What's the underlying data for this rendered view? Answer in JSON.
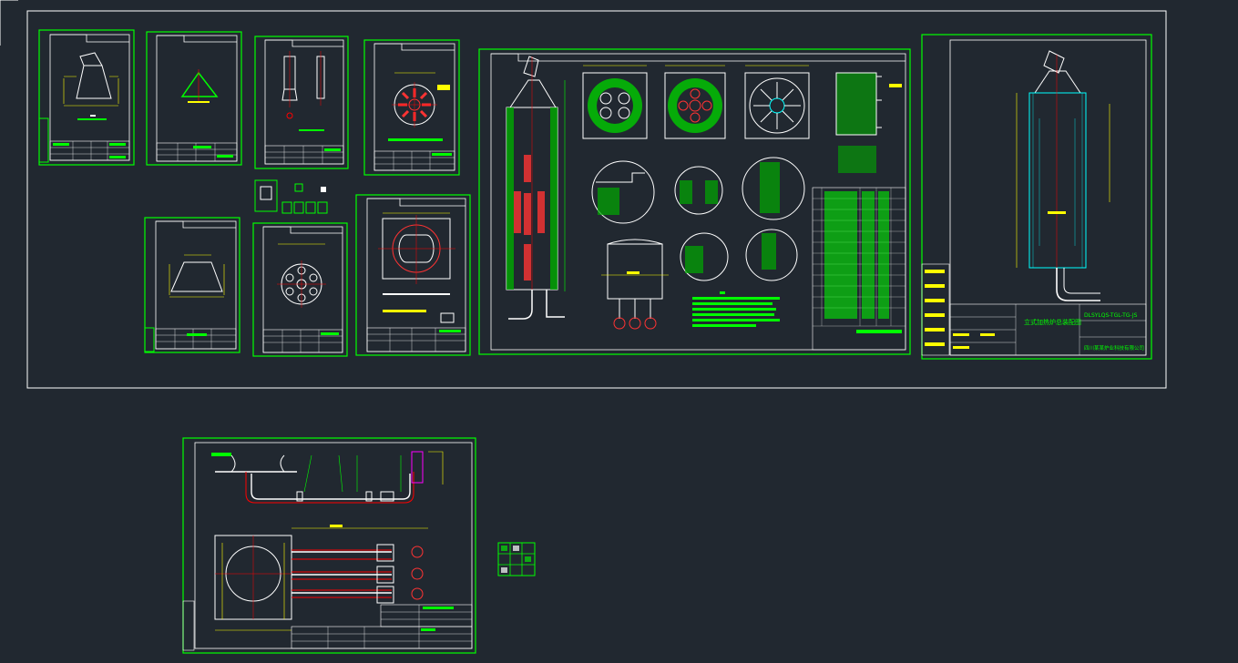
{
  "canvas": {
    "background": "#212830",
    "colors": {
      "frame": "#00ff00",
      "text": "#00ff00",
      "line": "#ffffff",
      "centerline": "#ff0000",
      "dimension": "#ffff00",
      "hatch": "#00ff00",
      "pink": "#ff00ff",
      "cyan": "#00ffff",
      "refractory": "#ff3333",
      "highlight": "#ffffff"
    }
  },
  "drawings": {
    "assembly": {
      "title": "立式加热炉总装配图",
      "number": "DLSYLQS-TGL-TG-JS",
      "company": "四川某某炉业科技有限公司"
    }
  },
  "icons": [
    "tower-icon",
    "pipe-icon",
    "flange-icon",
    "title-block-icon"
  ]
}
